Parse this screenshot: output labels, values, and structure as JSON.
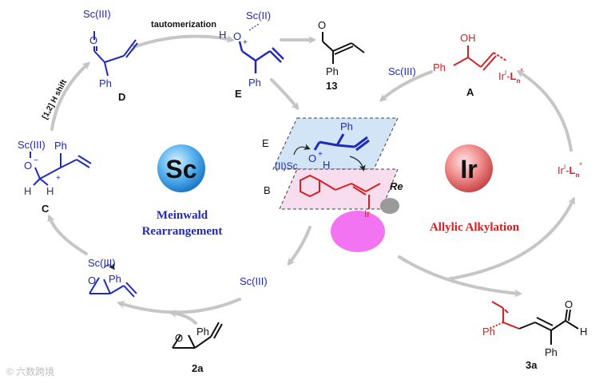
{
  "arrows_text": {
    "tautomerization": "tautomerization",
    "h_shift": "[1,2] H shift"
  },
  "compounds": {
    "D": {
      "label": "D",
      "metal": "Sc(III)",
      "ph": "Ph",
      "o": "O"
    },
    "E": {
      "label": "E",
      "metal": "Sc(II)",
      "h": "H",
      "o": "O",
      "plus": "+",
      "ph": "Ph"
    },
    "c13": {
      "label": "13",
      "ph": "Ph",
      "o": "O"
    },
    "A": {
      "label": "A",
      "oh": "OH",
      "ph": "Ph",
      "ir": "Ir",
      "ir_sup": "I",
      "ir_ln": "L",
      "ir_n": "n",
      "ir_star": "*",
      "sc": "Sc(III)"
    },
    "C": {
      "label": "C",
      "metal": "Sc(III)",
      "o": "O",
      "minus": "−",
      "h1": "H",
      "h2": "H",
      "plus": "+",
      "ph": "Ph"
    },
    "epox_sc": {
      "metal": "Sc(III)",
      "o": "O",
      "ph": "Ph"
    },
    "s2a": {
      "label": "2a",
      "o": "O",
      "ph": "Ph"
    },
    "s3a": {
      "label": "3a",
      "ph1": "Ph",
      "ph2": "Ph",
      "o": "O",
      "h": "H"
    },
    "center": {
      "E": "E",
      "B": "B",
      "ph": "Ph",
      "o": "O",
      "plus": "+",
      "h": "H",
      "sc": "(II)Sc",
      "re": "Re",
      "ir": "Ir"
    },
    "sc_mid": "Sc(III)",
    "ir_right": {
      "ir": "Ir",
      "sup": "I",
      "l": "L",
      "n": "n",
      "star": "*"
    }
  },
  "cycles": {
    "sc_badge": "Sc",
    "sc_title_1": "Meinwald",
    "sc_title_2": "Rearrangement",
    "ir_badge": "Ir",
    "ir_title": "Allylic Alkylation"
  },
  "watermark": "© 六数跨境",
  "colors": {
    "blue": "#1f2ab8",
    "red": "#d42020",
    "gray_arrow": "#c6c6c6",
    "pink": "#f274f2",
    "sc_ball": "#3aa0e8",
    "ir_ball": "#e86a6a"
  }
}
